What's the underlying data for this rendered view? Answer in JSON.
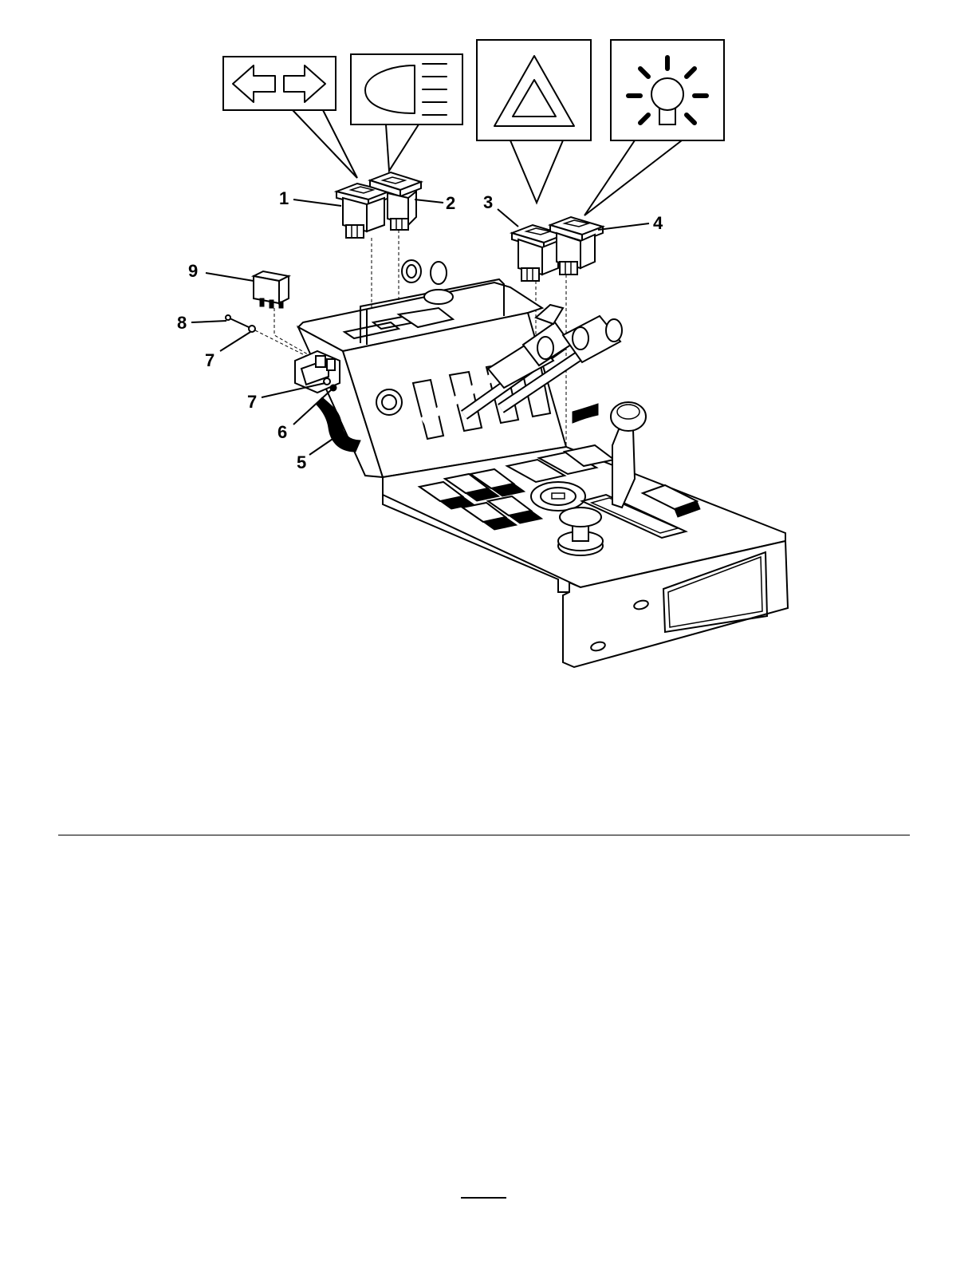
{
  "diagram": {
    "callouts": [
      "1",
      "2",
      "3",
      "4",
      "5",
      "6",
      "7",
      "7",
      "8",
      "9"
    ],
    "symbol_icons": [
      "turn-signal-arrows-icon",
      "headlight-icon",
      "hazard-triangle-icon",
      "work-light-icon"
    ]
  }
}
